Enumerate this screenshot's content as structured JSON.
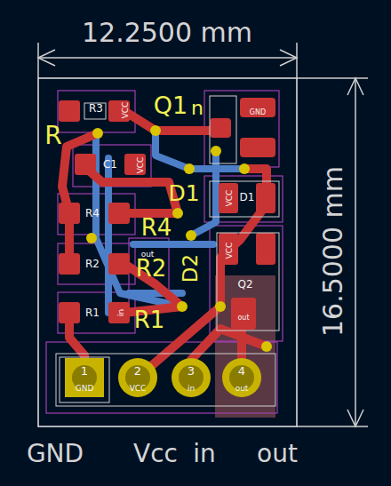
{
  "diagram": {
    "labels": [
      "12.2500 mm",
      "16.5000 mm",
      "GND",
      "Vcc",
      "in",
      "out",
      "Q1",
      "n",
      "R3",
      "VCC",
      "C1",
      "VCC",
      "R4",
      "R4",
      "R2",
      "R2",
      "R1",
      "R1",
      "D1",
      "D1",
      "VCC",
      "D2",
      "Q2",
      "GND",
      "out",
      "in",
      "VCC",
      "out",
      "1",
      "GND",
      "2",
      "VCC",
      "3",
      "in",
      "4",
      "out",
      "R"
    ]
  }
}
